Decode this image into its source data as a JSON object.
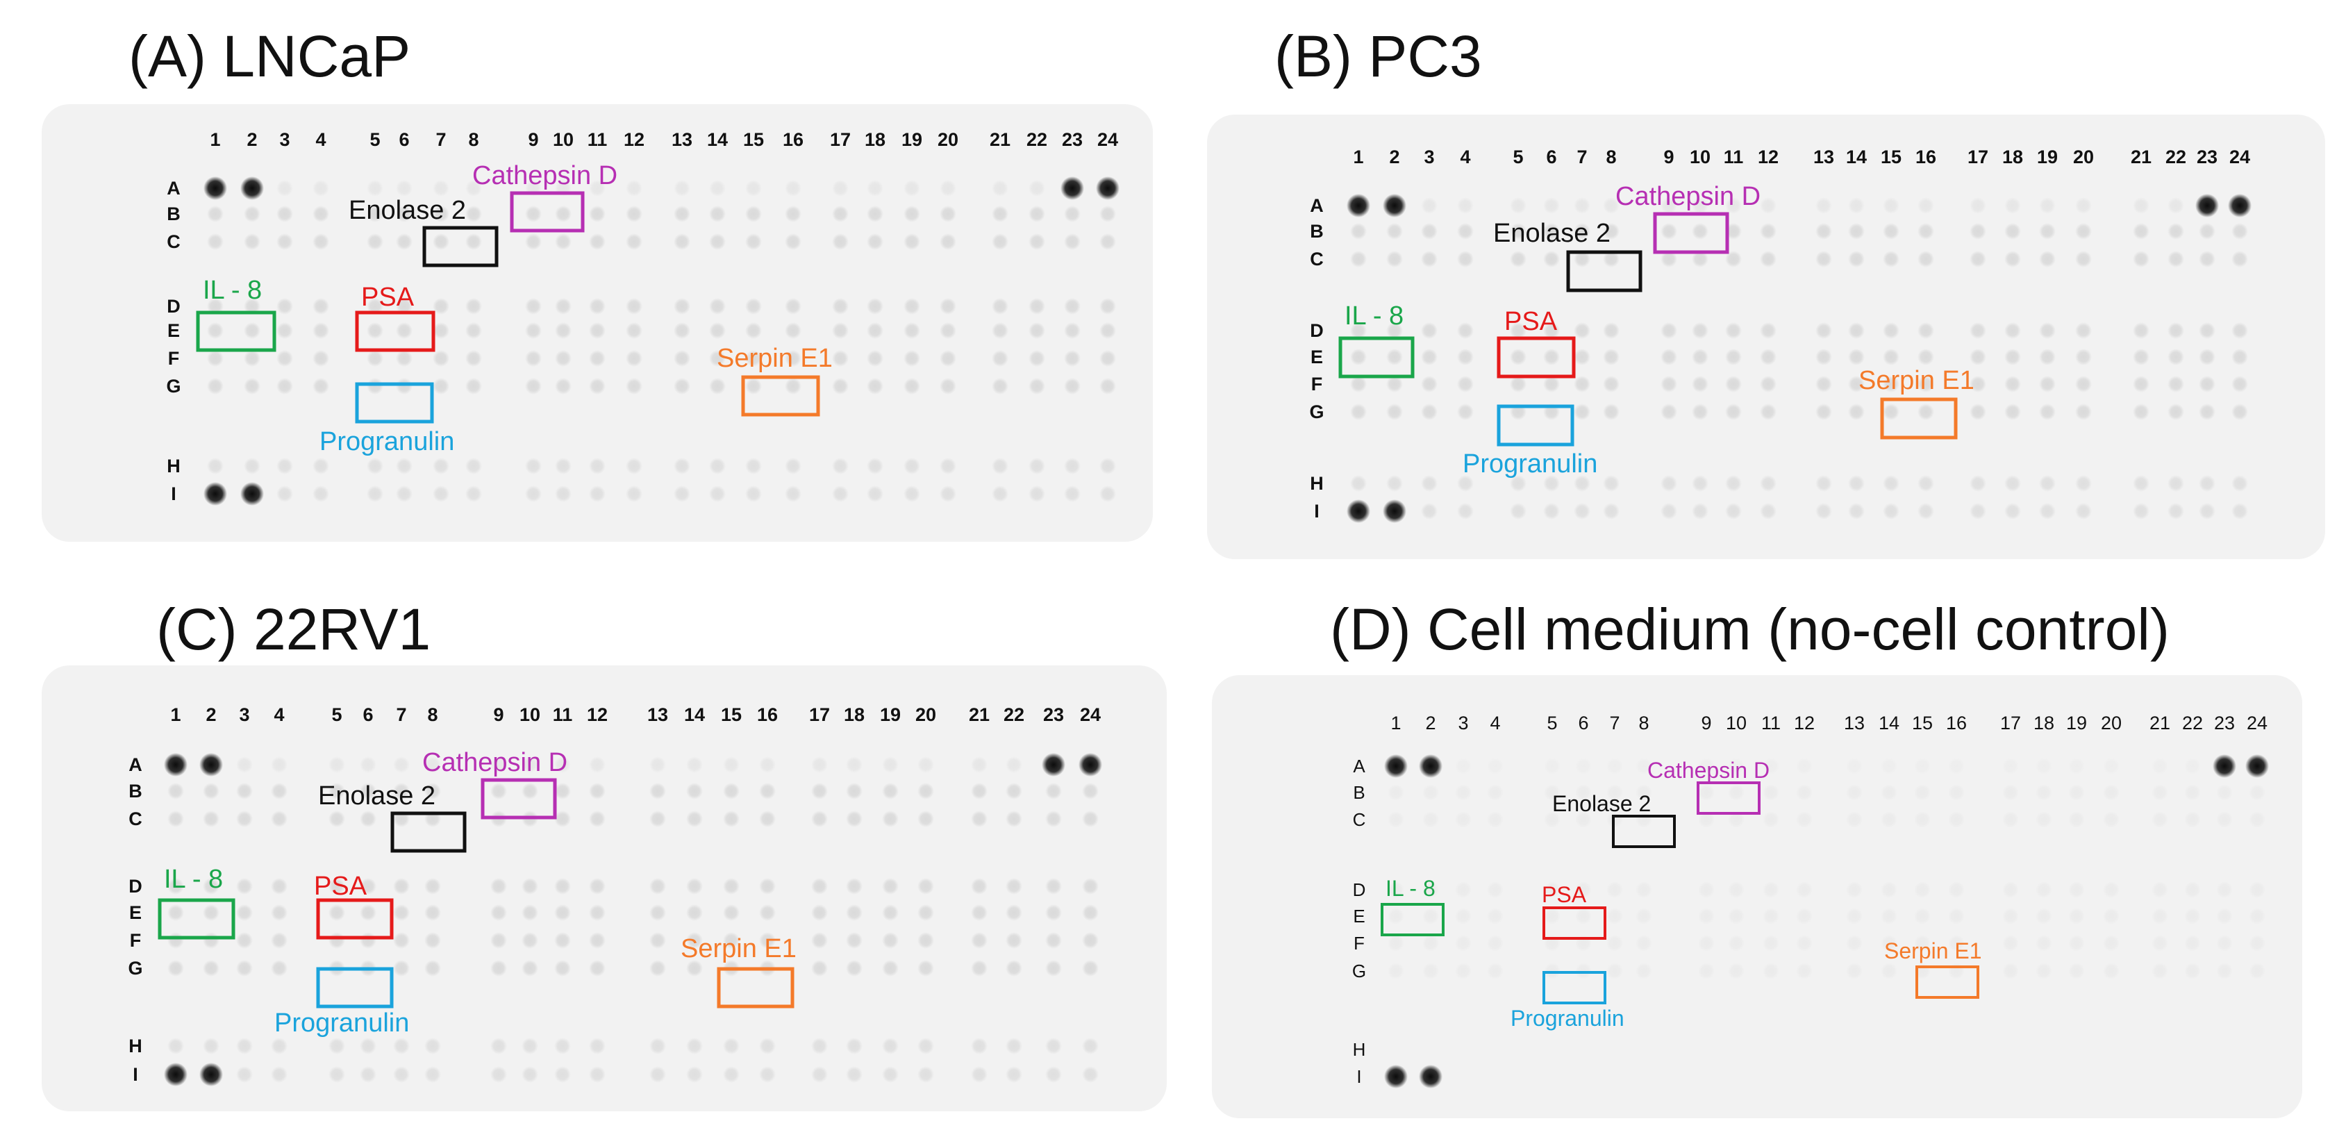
{
  "figure": {
    "panels": [
      {
        "id": "A",
        "title": "(A) LNCaP",
        "labels": {
          "cathepsin_d": "Cathepsin D",
          "enolase_2": "Enolase 2",
          "il_8": "IL - 8",
          "psa": "PSA",
          "serpin_e1": "Serpin E1",
          "progranulin": "Progranulin"
        }
      },
      {
        "id": "B",
        "title": "(B) PC3",
        "labels": {
          "cathepsin_d": "Cathepsin D",
          "enolase_2": "Enolase 2",
          "il_8": "IL - 8",
          "psa": "PSA",
          "serpin_e1": "Serpin E1",
          "progranulin": "Progranulin"
        }
      },
      {
        "id": "C",
        "title": "(C) 22RV1",
        "labels": {
          "cathepsin_d": "Cathepsin D",
          "enolase_2": "Enolase 2",
          "il_8": "IL - 8",
          "psa": "PSA",
          "serpin_e1": "Serpin E1",
          "progranulin": "Progranulin"
        }
      },
      {
        "id": "D",
        "title": "(D) Cell medium (no-cell control)",
        "labels": {
          "cathepsin_d": "Cathepsin D",
          "enolase_2": "Enolase 2",
          "il_8": "IL - 8",
          "psa": "PSA",
          "serpin_e1": "Serpin E1",
          "progranulin": "Progranulin"
        }
      }
    ],
    "columns": [
      "1",
      "2",
      "3",
      "4",
      "5",
      "6",
      "7",
      "8",
      "9",
      "10",
      "11",
      "12",
      "13",
      "14",
      "15",
      "16",
      "17",
      "18",
      "19",
      "20",
      "21",
      "22",
      "23",
      "24"
    ],
    "rows": [
      "A",
      "B",
      "C",
      "D",
      "E",
      "F",
      "G",
      "H",
      "I"
    ],
    "colors": {
      "cathepsin_d": "#b62fb3",
      "enolase_2": "#111111",
      "il_8": "#1aa64a",
      "psa": "#e51a1a",
      "serpin_e1": "#f47a2a",
      "progranulin": "#1aa3dc"
    }
  }
}
